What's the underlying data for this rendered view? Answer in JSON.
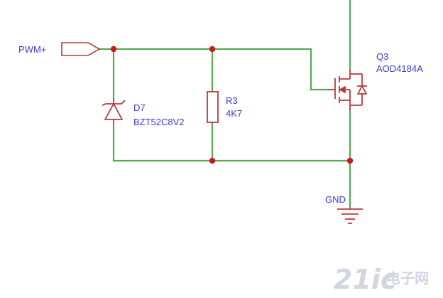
{
  "colors": {
    "wire": "#57a857",
    "component": "#b83a3a",
    "junction": "#cc1a1a",
    "label": "#3a3ad6",
    "watermark": "#c9c9d8"
  },
  "net": {
    "pwm_label": "PWM+",
    "gnd_label": "GND"
  },
  "d7": {
    "ref": "D7",
    "value": "BZT52C8V2"
  },
  "r3": {
    "ref": "R3",
    "value": "4K7"
  },
  "q3": {
    "ref": "Q3",
    "value": "AOD4184A"
  },
  "watermark": {
    "text_left": "21ic",
    "text_right": "电子网"
  }
}
